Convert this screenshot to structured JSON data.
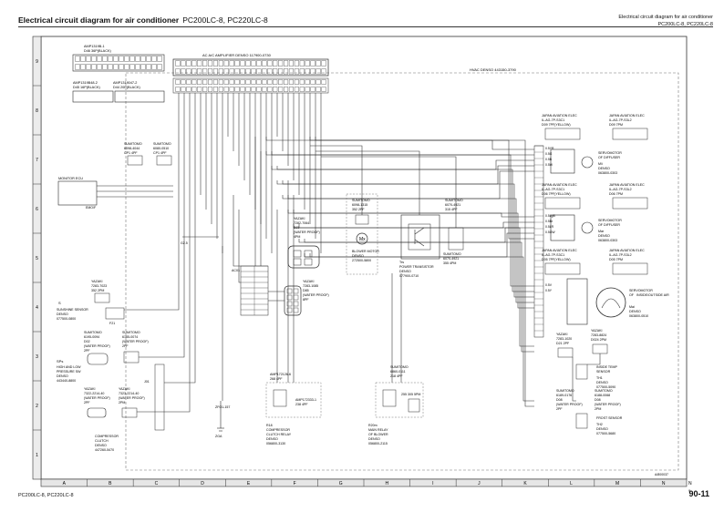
{
  "header": {
    "title": "Electrical circuit diagram for air conditioner",
    "model": "PC200LC-8, PC220LC-8",
    "right_line1": "Electrical circuit diagram for air conditioner",
    "right_line2": "PC200LC-8, PC220LC-8"
  },
  "footer": {
    "model": "PC200LC-8, PC220LC-8",
    "page": "90-11",
    "code": "A/800037",
    "sheet_letter": "N",
    "sheet_number": "9"
  },
  "grid": {
    "columns": [
      "A",
      "B",
      "C",
      "D",
      "E",
      "F",
      "G",
      "H",
      "I",
      "J",
      "K",
      "L",
      "M",
      "N"
    ],
    "rows": [
      "9",
      "8",
      "7",
      "6",
      "5",
      "4",
      "3",
      "2",
      "1"
    ]
  },
  "labels": {
    "amp_top_connector": [
      "AMP1319B-1",
      "D46 36P(BLACK)"
    ],
    "amp_left_1": [
      "AMP1319B48-2",
      "D45 16P(BLACK)"
    ],
    "amp_left_2": [
      "AMP1319047-2",
      "D44 20P(BLACK)"
    ],
    "amplifier": "AC A/C AMPLIFIER DENSO 117900-0730",
    "hvac": "HVAC DENSO 443150-3790",
    "monitor": [
      "MONITOR ECU",
      "EMO/F"
    ],
    "sumitomo_left_1": [
      "SUMITOMO",
      "6098-4044",
      "CP1 4PF"
    ],
    "sumitomo_left_2": [
      "SUMITOMO",
      "6080-0510",
      "CP1 4PF"
    ],
    "yazaki_mid": [
      "YAZAKI",
      "7282-7064",
      "B65",
      "(WATER PROOF)",
      "4PM"
    ],
    "sumitomo_blower": [
      "SUMITOMO",
      "6098-1315",
      "352 2PF"
    ],
    "sumitomo_power": [
      "SUMITOMO",
      "6070-4921",
      "315 4PF"
    ],
    "blower_motor": [
      "Mx",
      "BLOWER MOTOR",
      "DENSO",
      "272500-5800"
    ],
    "power_transistor": [
      "Trs",
      "POWER TRANSISTOR",
      "DENSO",
      "077900-0710"
    ],
    "sumitomo_power_b": [
      "SUMITOMO",
      "6070-4921",
      "355 4PM"
    ],
    "yazaki_8pf": [
      "YAZAKI",
      "7283-1085",
      "D85",
      "(WATER PROOF)",
      "8PF"
    ],
    "yazaki_sunshine": [
      "YAZAKI",
      "7283-7023",
      "352 2PM"
    ],
    "sunshine_sensor": [
      "S",
      "SUNSHINE SENSOR",
      "DENSO",
      "077500-0800"
    ],
    "sumitomo_d02": [
      "SUMITOMO",
      "6195-0094",
      "D02",
      "(WATER PROOF)",
      "2PF"
    ],
    "sumitomo_f21": "F21",
    "sumitomo_bb": [
      "SUMITOMO",
      "6185-0074",
      "(WATER PROOF)",
      "2PF"
    ],
    "pressure_switch": [
      "SPs",
      "HIGH AND LOW",
      "PRESSURE SW",
      "DENSO",
      "443440-8800"
    ],
    "yazaki_comp": [
      "YAZAKI",
      "7322-2214-40",
      "(WATER PROOF)",
      "2PF"
    ],
    "yazaki_comp_b": [
      "YAZAKI",
      "7323-2214-40",
      "(WATER PROOF)",
      "2PM"
    ],
    "compressor_clutch": [
      "COMPRESSOR",
      "CLUTCH",
      "DENSO",
      "447260-5470"
    ],
    "j01_label": "J01",
    "relay_conn_1": [
      "AMP172126-6",
      "268 4PF"
    ],
    "relay_conn_2": [
      "AMP172333-1",
      "238 4PF"
    ],
    "compressor_relay": [
      "R18",
      "COMPRESSOR",
      "CLUTCH RELAY",
      "DENSO",
      "056800-3130"
    ],
    "sumitomo_blower_relay": [
      "SUMITOMO",
      "6860-0111",
      "218 4PF"
    ],
    "blower_relay_conn": "255 305 5PM",
    "blower_relay": [
      "R20m",
      "MAIN RELAY",
      "OF BLOWER",
      "DENSO",
      "056800-2115"
    ],
    "diffuser_1": [
      "JAPAN AVIATION ELEC",
      "IL-AG-7P-S3C1",
      "D09 7PF(YELLOW)"
    ],
    "diffuser_1b": [
      "JAPAN AVIATION ELEC",
      "IL-AG-7P-S3L2",
      "D09 7PM"
    ],
    "servo_diffuser": [
      "SERVOMOTOR",
      "OF DIFFUSER",
      "M/i",
      "DENSO",
      "063800-0303"
    ],
    "diffuser_2": [
      "JAPAN AVIATION ELEC",
      "IL-AG-7P-S3C1",
      "D06 7PF(YELLOW)"
    ],
    "diffuser_2b": [
      "JAPAN AVIATION ELEC",
      "IL-AG-7P-S3L2",
      "D06 7PM"
    ],
    "servo_diffuser_2": [
      "SERVOMOTOR",
      "OF DIFFUSER",
      "Mar",
      "DENSO",
      "063800-0303"
    ],
    "diffuser_3": [
      "JAPAN AVIATION ELEC",
      "IL-AG-7P-S3C1",
      "D05 7PF(YELLOW)"
    ],
    "diffuser_3b": [
      "JAPAN AVIATION ELEC",
      "IL-AG-7P-S3L2",
      "D05 7PM"
    ],
    "servo_inside": [
      "SERVOMOTOR",
      "OF",
      "INSIDE/OUTSIDE AIR",
      "Mai",
      "DENSO",
      "063800-0510"
    ],
    "yazaki_2pf": [
      "YAZAKI",
      "7283-1020",
      "D21 2PF"
    ],
    "yazaki_2pm": [
      "YAZAKI",
      "7283-8824",
      "D024 2PM"
    ],
    "inside_temp": [
      "INSIDE TEMP",
      "SENSOR",
      "TH1",
      "DENSO",
      "077500-5090"
    ],
    "sumitomo_frost": [
      "SUMITOMO",
      "6189-0176",
      "D08",
      "(WATER PROOF)",
      "2PF"
    ],
    "sumitomo_frost_b": [
      "SUMITOMO",
      "6188-0068",
      "D08",
      "(WATER PROOF)",
      "2PM"
    ],
    "frost_sensor": [
      "FROST SENSOR",
      "TH2",
      "DENSO",
      "077500-5680"
    ],
    "ac01": "AC01",
    "terminal_note": "G2.5",
    "pin_notes": [
      "0.5YR",
      "0.5G",
      "0.5B",
      "0.5W",
      "0.5LgB",
      "0.5Br",
      "0.5LR",
      "0.5GW",
      "0.5V",
      "0.5Y"
    ],
    "ground_note": "ZGA",
    "ground_note_2": "ZFO1-157"
  },
  "colors": {
    "line": "#2b2b2b",
    "border": "#333333",
    "band": "#e6e6e6",
    "dash": "#777777"
  }
}
